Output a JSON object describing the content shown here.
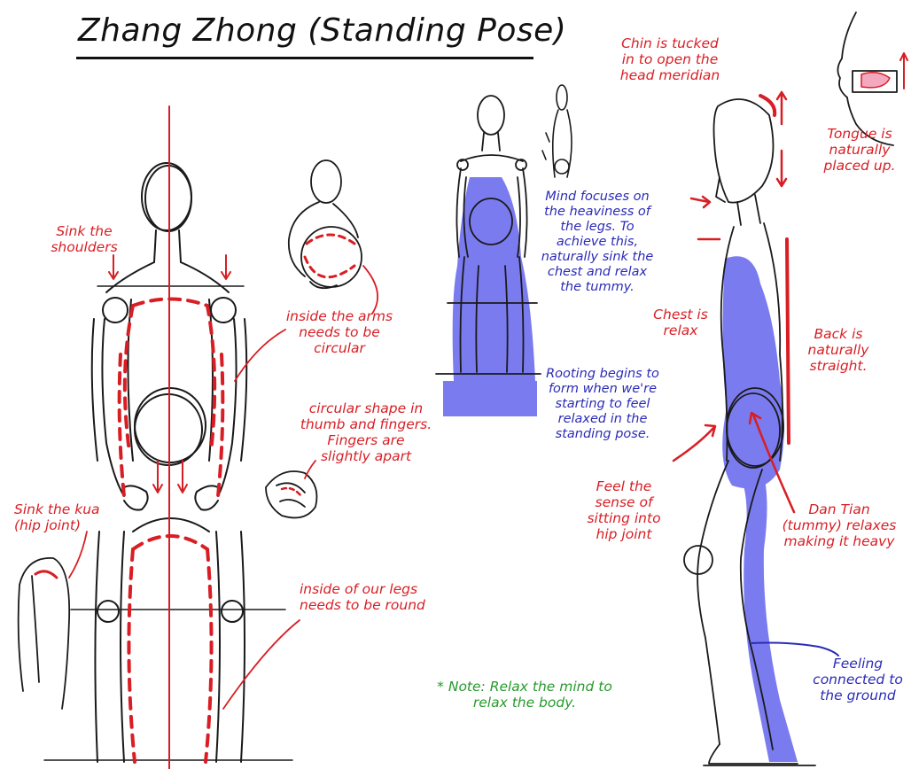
{
  "title": "Zhang Zhong (Standing Pose)",
  "colors": {
    "ink": "#1a1a1a",
    "red": "#d81e24",
    "blue": "#2b2bb8",
    "fill": "#7b7bf0",
    "green": "#279a2c"
  },
  "labels": {
    "sink_shoulders": "Sink the\nshoulders",
    "inside_arms": "inside the arms\nneeds to be\ncircular",
    "circular_shape": "circular shape in\nthumb and fingers.\nFingers are\nslightly apart",
    "sink_kua": "Sink the kua\n(hip joint)",
    "inside_legs": "inside of our legs\nneeds to be round",
    "mind_focuses": "Mind focuses on\nthe heaviness of\nthe legs. To\nachieve this,\nnaturally sink the\nchest and relax\nthe tummy.",
    "rooting": "Rooting begins to\nform when we're\nstarting to feel\nrelaxed in the\nstanding pose.",
    "note": "* Note: Relax the mind to\nrelax the body.",
    "chin": "Chin is tucked\nin to open the\nhead meridian",
    "tongue": "Tongue is\nnaturally\nplaced up.",
    "chest": "Chest is\nrelax",
    "back": "Back is\nnaturally\nstraight.",
    "feel_sitting": "Feel the\nsense of\nsitting into\nhip joint",
    "dan_tian": "Dan Tian\n(tummy) relaxes\nmaking it heavy",
    "feeling_ground": "Feeling\nconnected to\nthe ground"
  }
}
